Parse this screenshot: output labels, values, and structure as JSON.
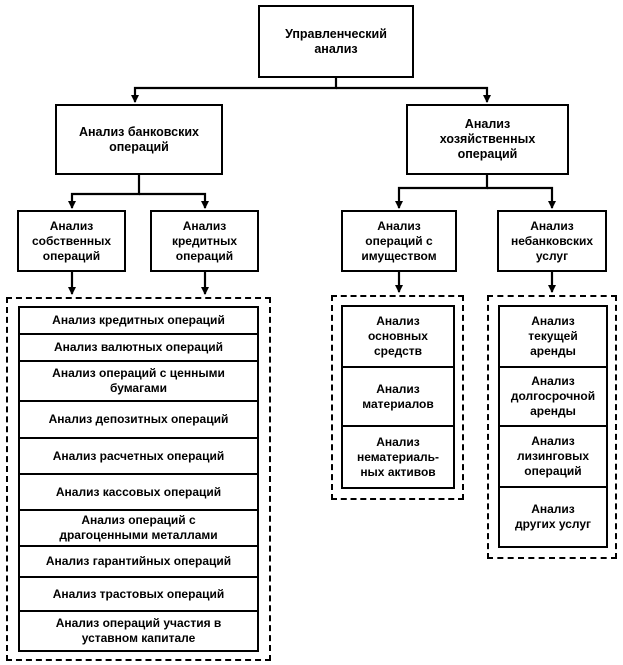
{
  "root": {
    "label": "Управленческий\nанализ"
  },
  "level1": {
    "banking": "Анализ банковских\nопераций",
    "economic": "Анализ\nхозяйственных\nопераций"
  },
  "level2": {
    "own": "Анализ\nсобственных\nопераций",
    "credit": "Анализ\nкредитных\nопераций",
    "property": "Анализ\nопераций с\nимуществом",
    "nonbank": "Анализ\nнебанковских\nуслуг"
  },
  "banking_list": [
    "Анализ кредитных операций",
    "Анализ валютных операций",
    "Анализ операций с ценными\nбумагами",
    "Анализ депозитных операций",
    "Анализ расчетных операций",
    "Анализ кассовых операций",
    "Анализ операций с\nдрагоценными металлами",
    "Анализ гарантийных операций",
    "Анализ трастовых операций",
    "Анализ операций участия в\nуставном капитале"
  ],
  "property_list": [
    "Анализ\nосновных\nсредств",
    "Анализ\nматериалов",
    "Анализ\nнематериаль-\nных активов"
  ],
  "nonbank_list": [
    "Анализ\nтекущей\nаренды",
    "Анализ\nдолгосрочной\nаренды",
    "Анализ\nлизинговых\nопераций",
    "Анализ\nдругих услуг"
  ]
}
